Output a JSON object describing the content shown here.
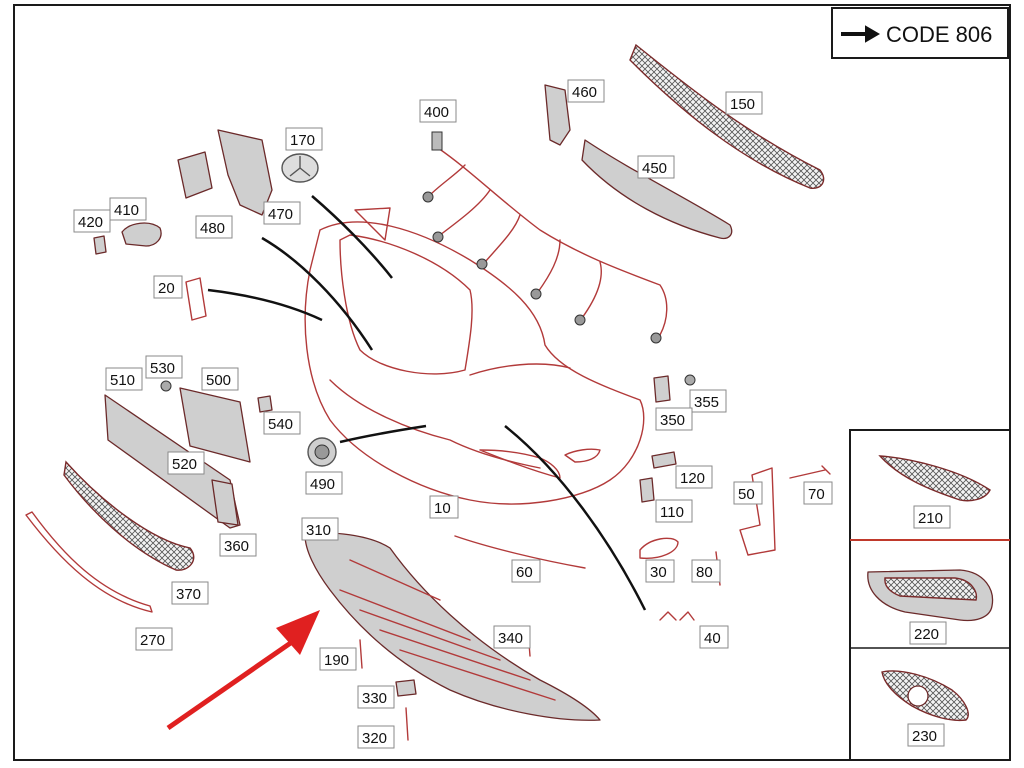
{
  "code_label": "CODE 806",
  "colors": {
    "outline": "#b23a3a",
    "arrow": "#e02020",
    "frame": "#1a1a1a",
    "inset_divider": "#c0392b"
  },
  "callouts": {
    "c10": "10",
    "c20": "20",
    "c30": "30",
    "c40": "40",
    "c50": "50",
    "c60": "60",
    "c70": "70",
    "c80": "80",
    "c110": "110",
    "c120": "120",
    "c150": "150",
    "c170": "170",
    "c190": "190",
    "c210": "210",
    "c220": "220",
    "c230": "230",
    "c270": "270",
    "c310": "310",
    "c320": "320",
    "c330": "330",
    "c340": "340",
    "c350": "350",
    "c355": "355",
    "c360": "360",
    "c370": "370",
    "c400": "400",
    "c410": "410",
    "c420": "420",
    "c450": "450",
    "c460": "460",
    "c470": "470",
    "c480": "480",
    "c490": "490",
    "c500": "500",
    "c510": "510",
    "c520": "520",
    "c530": "530",
    "c540": "540"
  },
  "highlight": {
    "part": "310",
    "arrow_icon": "red-arrow-icon"
  }
}
